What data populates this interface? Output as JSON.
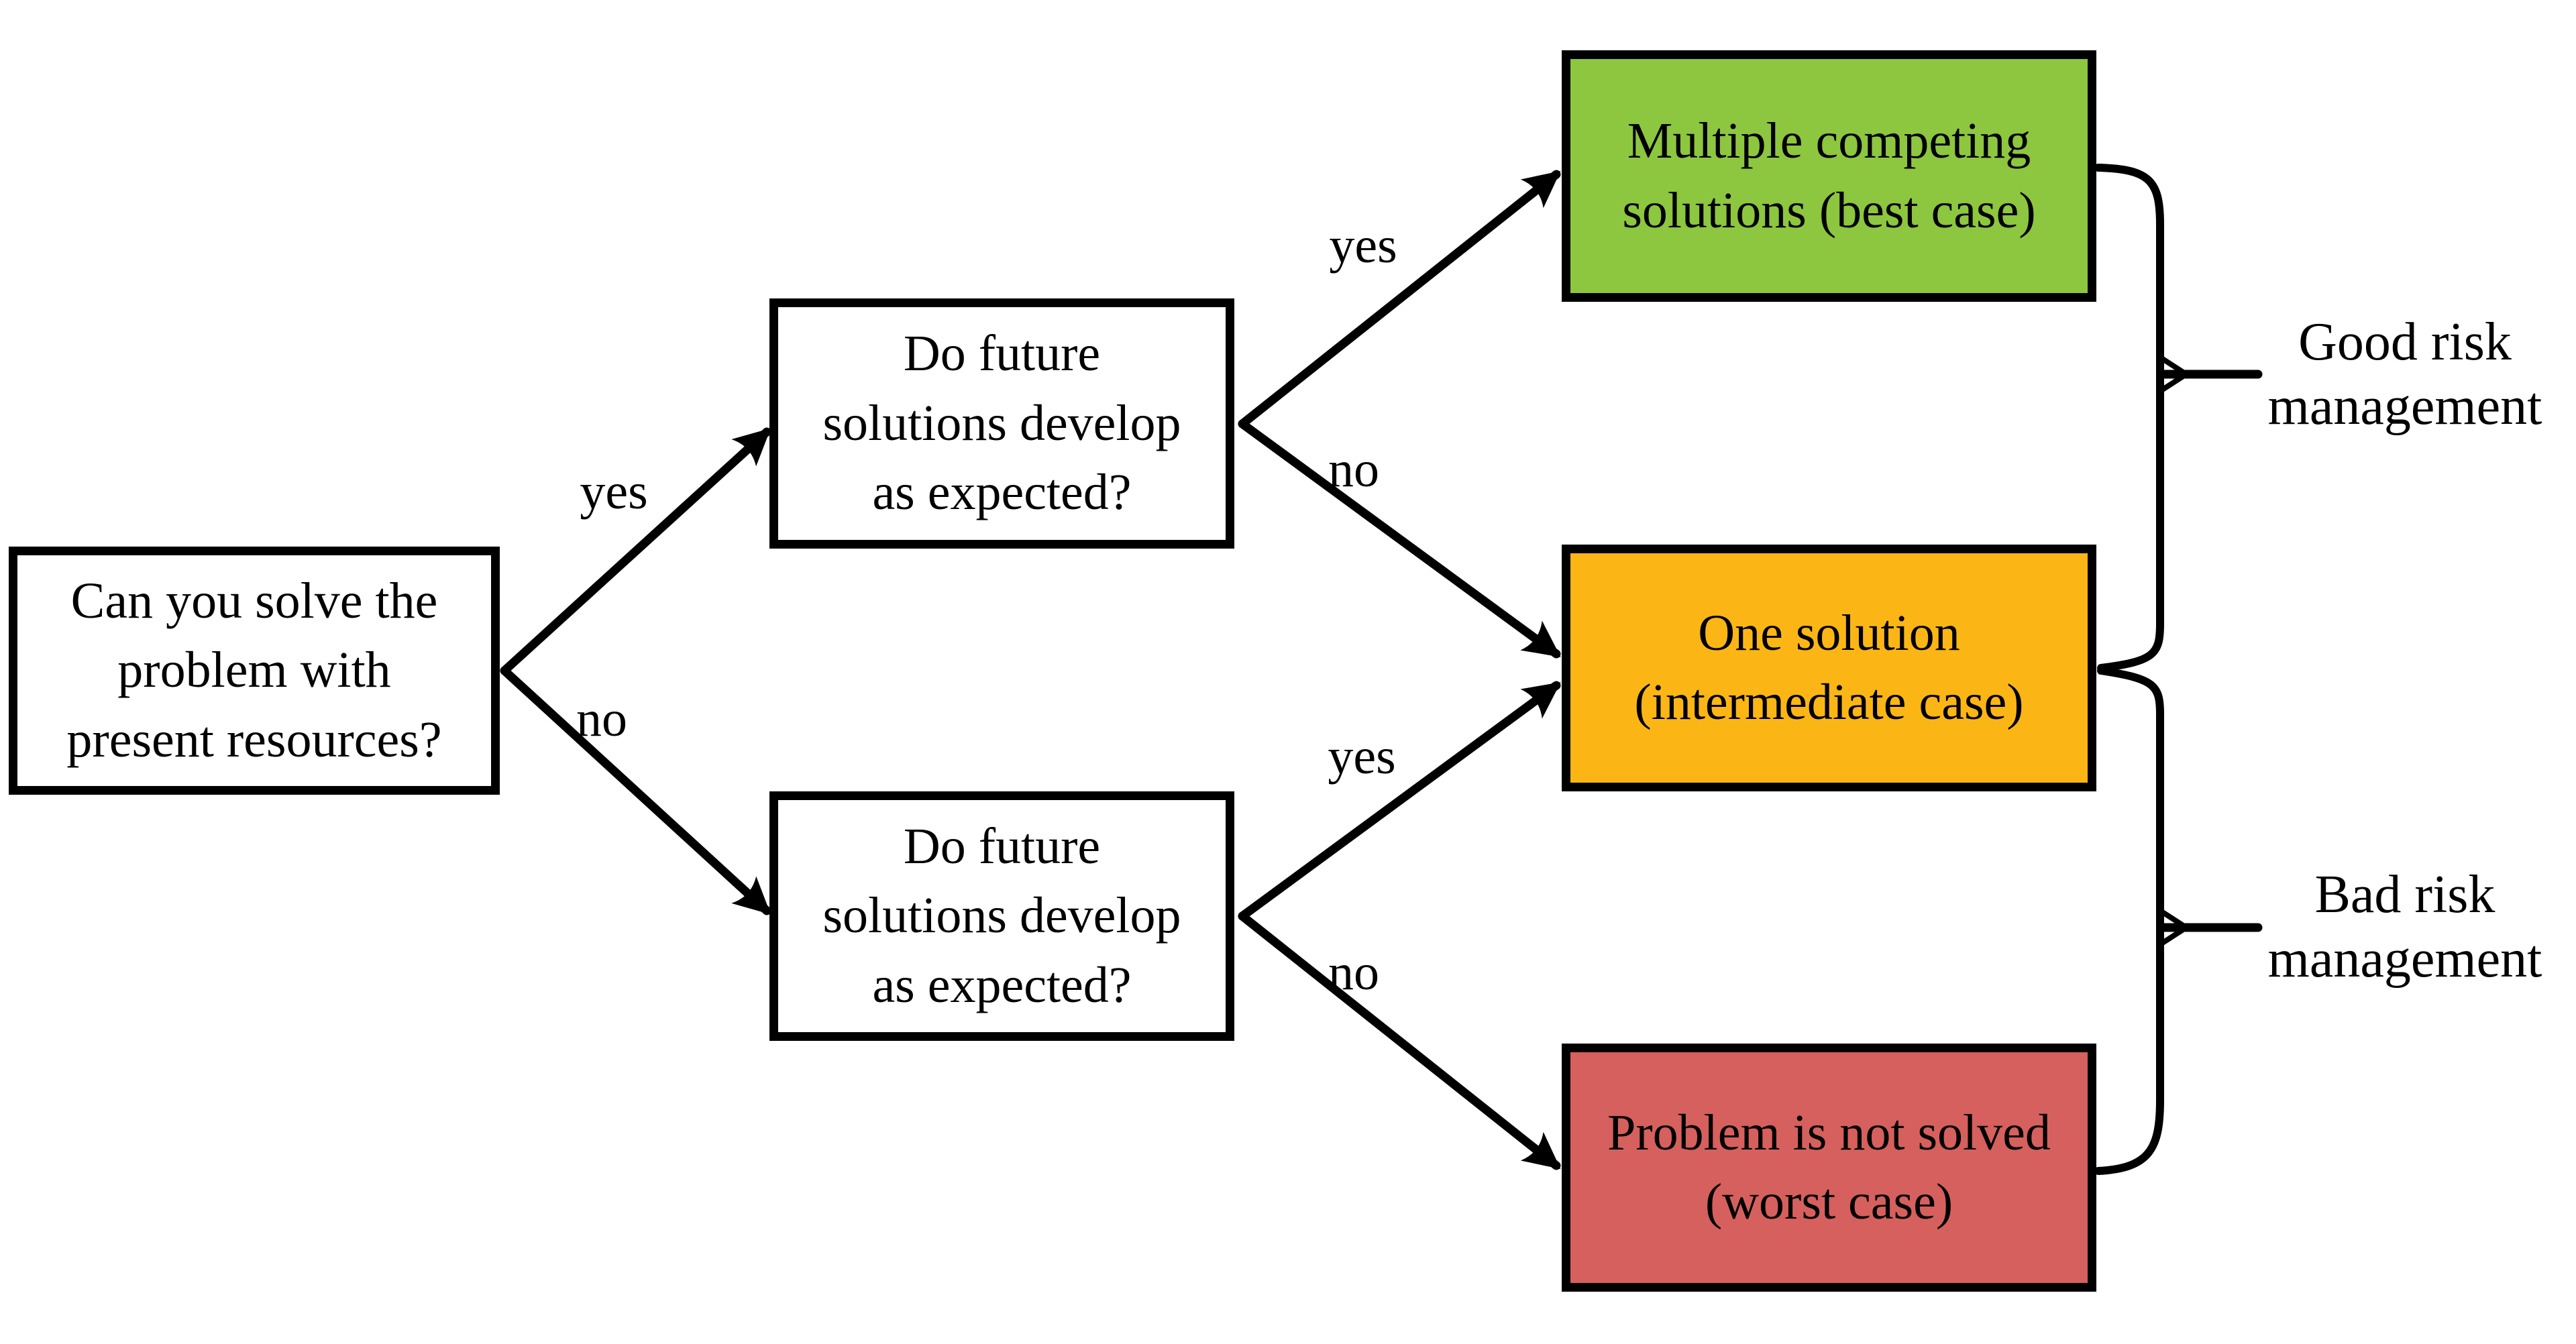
{
  "diagram": {
    "root": {
      "label": "Can you solve the\nproblem with\npresent resources?"
    },
    "decision_top": {
      "label": "Do future\nsolutions develop\nas expected?"
    },
    "decision_bottom": {
      "label": "Do future\nsolutions develop\nas expected?"
    },
    "outcome_best": {
      "label": "Multiple competing\nsolutions (best case)",
      "color": "#8DC63F"
    },
    "outcome_intermediate": {
      "label": "One solution\n(intermediate case)",
      "color": "#FBB615"
    },
    "outcome_worst": {
      "label": "Problem is not solved\n(worst case)",
      "color": "#D6605D"
    },
    "edges": {
      "root_yes": "yes",
      "root_no": "no",
      "top_yes": "yes",
      "top_no": "no",
      "bottom_yes": "yes",
      "bottom_no": "no"
    },
    "annotations": {
      "good": "Good risk\nmanagement",
      "bad": "Bad risk\nmanagement"
    },
    "colors": {
      "line": "#000000",
      "border": "#000000",
      "text": "#000000",
      "background": "#FFFFFF"
    }
  }
}
